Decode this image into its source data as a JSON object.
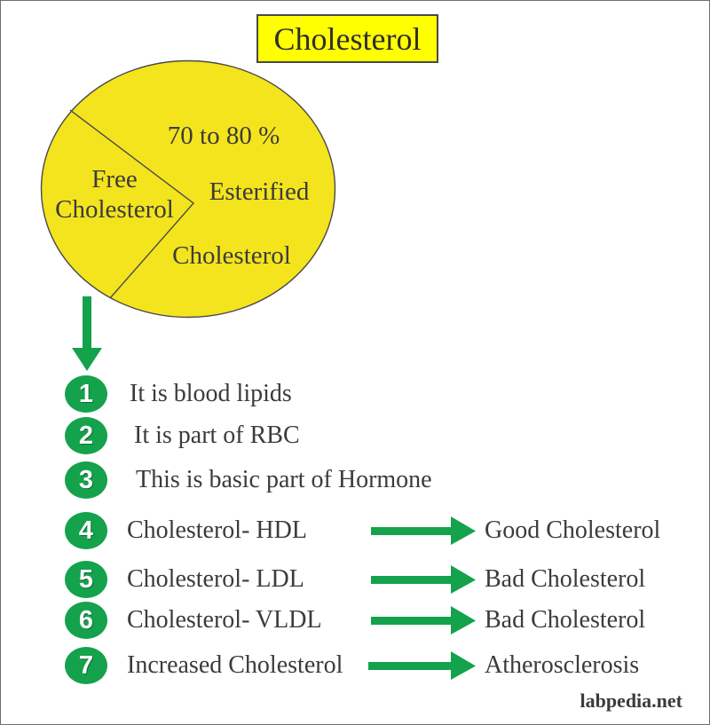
{
  "page": {
    "title": "Cholesterol",
    "watermark": "labpedia.net"
  },
  "colors": {
    "green": "#14a24c",
    "yellow_box": "#ffff00",
    "yellow_pie": "#f4e41d",
    "text": "#3b3b3b"
  },
  "pie": {
    "main_slice_percent": "70 to 80 %",
    "main_slice_name_line1": "Esterified",
    "main_slice_name_line2": "Cholesterol",
    "wedge_label": "Free\nCholesterol"
  },
  "list": {
    "items": [
      {
        "num": "1",
        "text": "It is blood lipids",
        "result": ""
      },
      {
        "num": "2",
        "text": "It is part of RBC",
        "result": ""
      },
      {
        "num": "3",
        "text": "This is basic part of Hormone",
        "result": ""
      },
      {
        "num": "4",
        "text": "Cholesterol- HDL",
        "result": "Good Cholesterol"
      },
      {
        "num": "5",
        "text": "Cholesterol- LDL",
        "result": "Bad Cholesterol"
      },
      {
        "num": "6",
        "text": "Cholesterol- VLDL",
        "result": "Bad Cholesterol"
      },
      {
        "num": "7",
        "text": "Increased Cholesterol",
        "result": "Atherosclerosis"
      }
    ]
  }
}
